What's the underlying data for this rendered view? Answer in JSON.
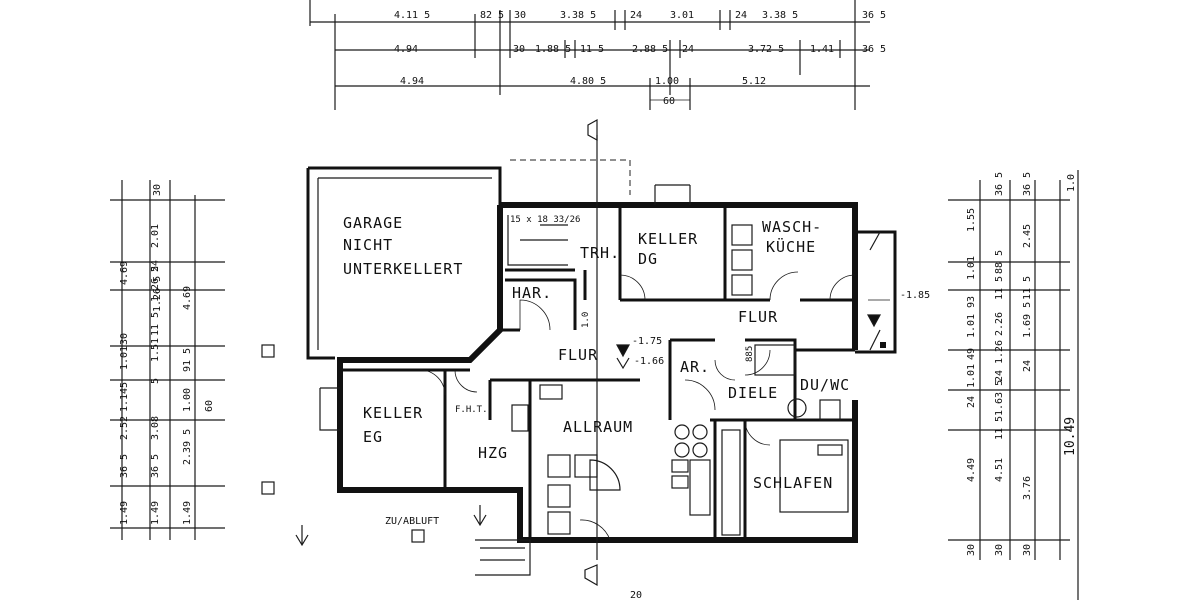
{
  "rooms": {
    "garage": [
      "GARAGE",
      "NICHT",
      "UNTERKELLERT"
    ],
    "keller_dg": [
      "KELLER",
      "DG"
    ],
    "wasch_kuche": [
      "WASCH-",
      "KÜCHE"
    ],
    "trh": "TRH.",
    "har": "HAR.",
    "flur_main": "FLUR",
    "flur_right": "FLUR",
    "ar": "AR.",
    "diele": "DIELE",
    "du_wc": "DU/WC",
    "keller_eg": [
      "KELLER",
      "EG"
    ],
    "fht": "F.H.T.",
    "hzg": "HZG",
    "allraum": "ALLRAUM",
    "schlafen": "SCHLAFEN",
    "zu_abluft": "ZU/ABLUFT"
  },
  "levels": {
    "l1": "-1.75",
    "l2": "-1.66",
    "l3": "-1.85"
  },
  "misc": {
    "stair_label": "15 x 18 33/26",
    "door_885": "885",
    "h_10": "1.0"
  },
  "dims_top": {
    "row1": [
      "4.11 5",
      "82 5",
      "30",
      "3.38 5",
      "24",
      "3.01",
      "24",
      "3.38 5",
      "36 5"
    ],
    "row2": [
      "4.94",
      "30",
      "1.88 5",
      "11 5",
      "2.88 5",
      "24",
      "3.72 5",
      "1.41",
      "36 5"
    ],
    "row3": [
      "4.94",
      "4.80 5",
      "1.00",
      "5.12"
    ],
    "row4": [
      "60"
    ]
  },
  "dims_left": {
    "col1": [
      "30",
      "4.69",
      "1.26 5",
      "30",
      "1.01",
      "5",
      "1.14",
      "2.52",
      "36 5",
      "1.49"
    ],
    "col2": [
      "2.01",
      "24",
      "1.26 5",
      "11 5",
      "1.51",
      "5",
      "3.08",
      "36 5",
      "1.49"
    ],
    "col3": [
      "4.69",
      "91 5",
      "1.00",
      "2.39 5",
      "1.49"
    ],
    "col4": [
      "60"
    ]
  },
  "dims_right": {
    "col1": [
      "1.55",
      "1.01",
      "93",
      "1.01",
      "49",
      "1.01",
      "24",
      "4.49",
      "30"
    ],
    "col2": [
      "36 5",
      "88 5",
      "11 5",
      "2.26",
      "1.26",
      "24",
      "1.63 5",
      "11 5",
      "4.51",
      "30"
    ],
    "col3": [
      "36 5",
      "2.45",
      "11 5",
      "1.69 5",
      "24",
      "3.76",
      "30"
    ],
    "col4": [
      "1.0",
      "10.49"
    ]
  },
  "dims_bottom": [
    "20"
  ]
}
